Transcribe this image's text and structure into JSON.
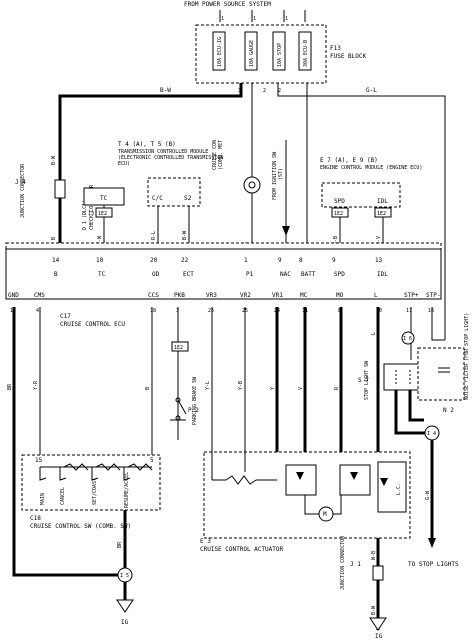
{
  "power_source": "FROM POWER SOURCE SYSTEM",
  "fuse_block": {
    "id": "F13",
    "title": "FUSE BLOCK",
    "fuses": [
      "10A ECU-IG",
      "10A GAUGE",
      "10A STOP",
      "30A ECU-B"
    ],
    "pins_top": [
      "1",
      "1",
      "1"
    ],
    "pins_bottom": [
      "3",
      "2",
      "2"
    ]
  },
  "junction_j4": {
    "id": "J 4",
    "title": "JUNCTION CONNECTOR"
  },
  "t4_module": {
    "id": "T 4 (A), T 5 (B)",
    "title": "TRANSMISSION CONTROLLED MODULE (ELECTRONIC CONTROLLED TRANSMISSION ECU)",
    "pins": [
      "TC",
      "C/C",
      "S2"
    ]
  },
  "dlc1": {
    "label": "D 1 (DLC1)",
    "sub": "CHECK CONNECTOR"
  },
  "ignition": {
    "label": "FROM IGNITION SW",
    "sub": "(ST)"
  },
  "cruise_sensor": {
    "label": "CRUISE CONTROL (COMB. METER)"
  },
  "e7_module": {
    "id": "E 7 (A), E 9 (B)",
    "title": "ENGINE CONTROL MODULE (ENGINE ECU)",
    "pins": [
      "SPD",
      "IDL"
    ]
  },
  "ecu": {
    "id": "C17",
    "title": "CRUISE CONTROL ECU",
    "top_pins": [
      "14",
      "10",
      "20",
      "22",
      "1",
      "9",
      "8",
      "9",
      "13"
    ],
    "top_labels": [
      "B",
      "TC",
      "OD",
      "ECT",
      "P1",
      "NAC",
      "BATT",
      "SPD",
      "IDL"
    ],
    "bottom_labels": [
      "GND",
      "CMS",
      "CCS",
      "PKB",
      "VR3",
      "VR2",
      "VR1",
      "MC",
      "MO",
      "L",
      "STP+",
      "STP-"
    ],
    "bottom_pins": [
      "13",
      "4",
      "18",
      "3",
      "26",
      "25",
      "24",
      "11",
      "8",
      "10",
      "17",
      "16"
    ]
  },
  "connectors": [
    "1E2",
    "1E2",
    "1E2",
    "1E2",
    "1E2"
  ],
  "wire_colors": [
    "B-W",
    "G-L",
    "B-W",
    "B",
    "V-W",
    "B-W",
    "R-L",
    "Y",
    "O-V",
    "G-B",
    "BR",
    "Y-R",
    "Y-L",
    "Y-B",
    "B",
    "V",
    "R",
    "L",
    "G-W",
    "B-W",
    "W-B",
    "W",
    "G-R",
    "G-W"
  ],
  "parking_brake": {
    "id": "P 2",
    "title": "PARKING BRAKE SW"
  },
  "stop_light": {
    "id": "S 7",
    "title": "STOP LIGHT SW"
  },
  "noise_filter": {
    "id": "N 2",
    "title": "NOISE FILTER (FOR STOP LIGHT)"
  },
  "cruise_sw": {
    "id": "C18",
    "title": "CRUISE CONTROL SW (COMB. SW)",
    "switches": [
      "MAIN",
      "CANCEL",
      "SET/COAST",
      "RESUME/ACCEL"
    ],
    "pins": [
      "15",
      "5"
    ]
  },
  "actuator": {
    "id": "E 3",
    "title": "CRUISE CONTROL ACTUATOR",
    "inner_label": "L.C."
  },
  "junction_j1": {
    "id": "J 1",
    "title": "JUNCTION CONNECTOR"
  },
  "to_stop_lights": "TO STOP LIGHTS",
  "grounds": [
    "IG",
    "IG"
  ],
  "splices": [
    "I 5",
    "I 6",
    "I 4",
    "I 5"
  ]
}
